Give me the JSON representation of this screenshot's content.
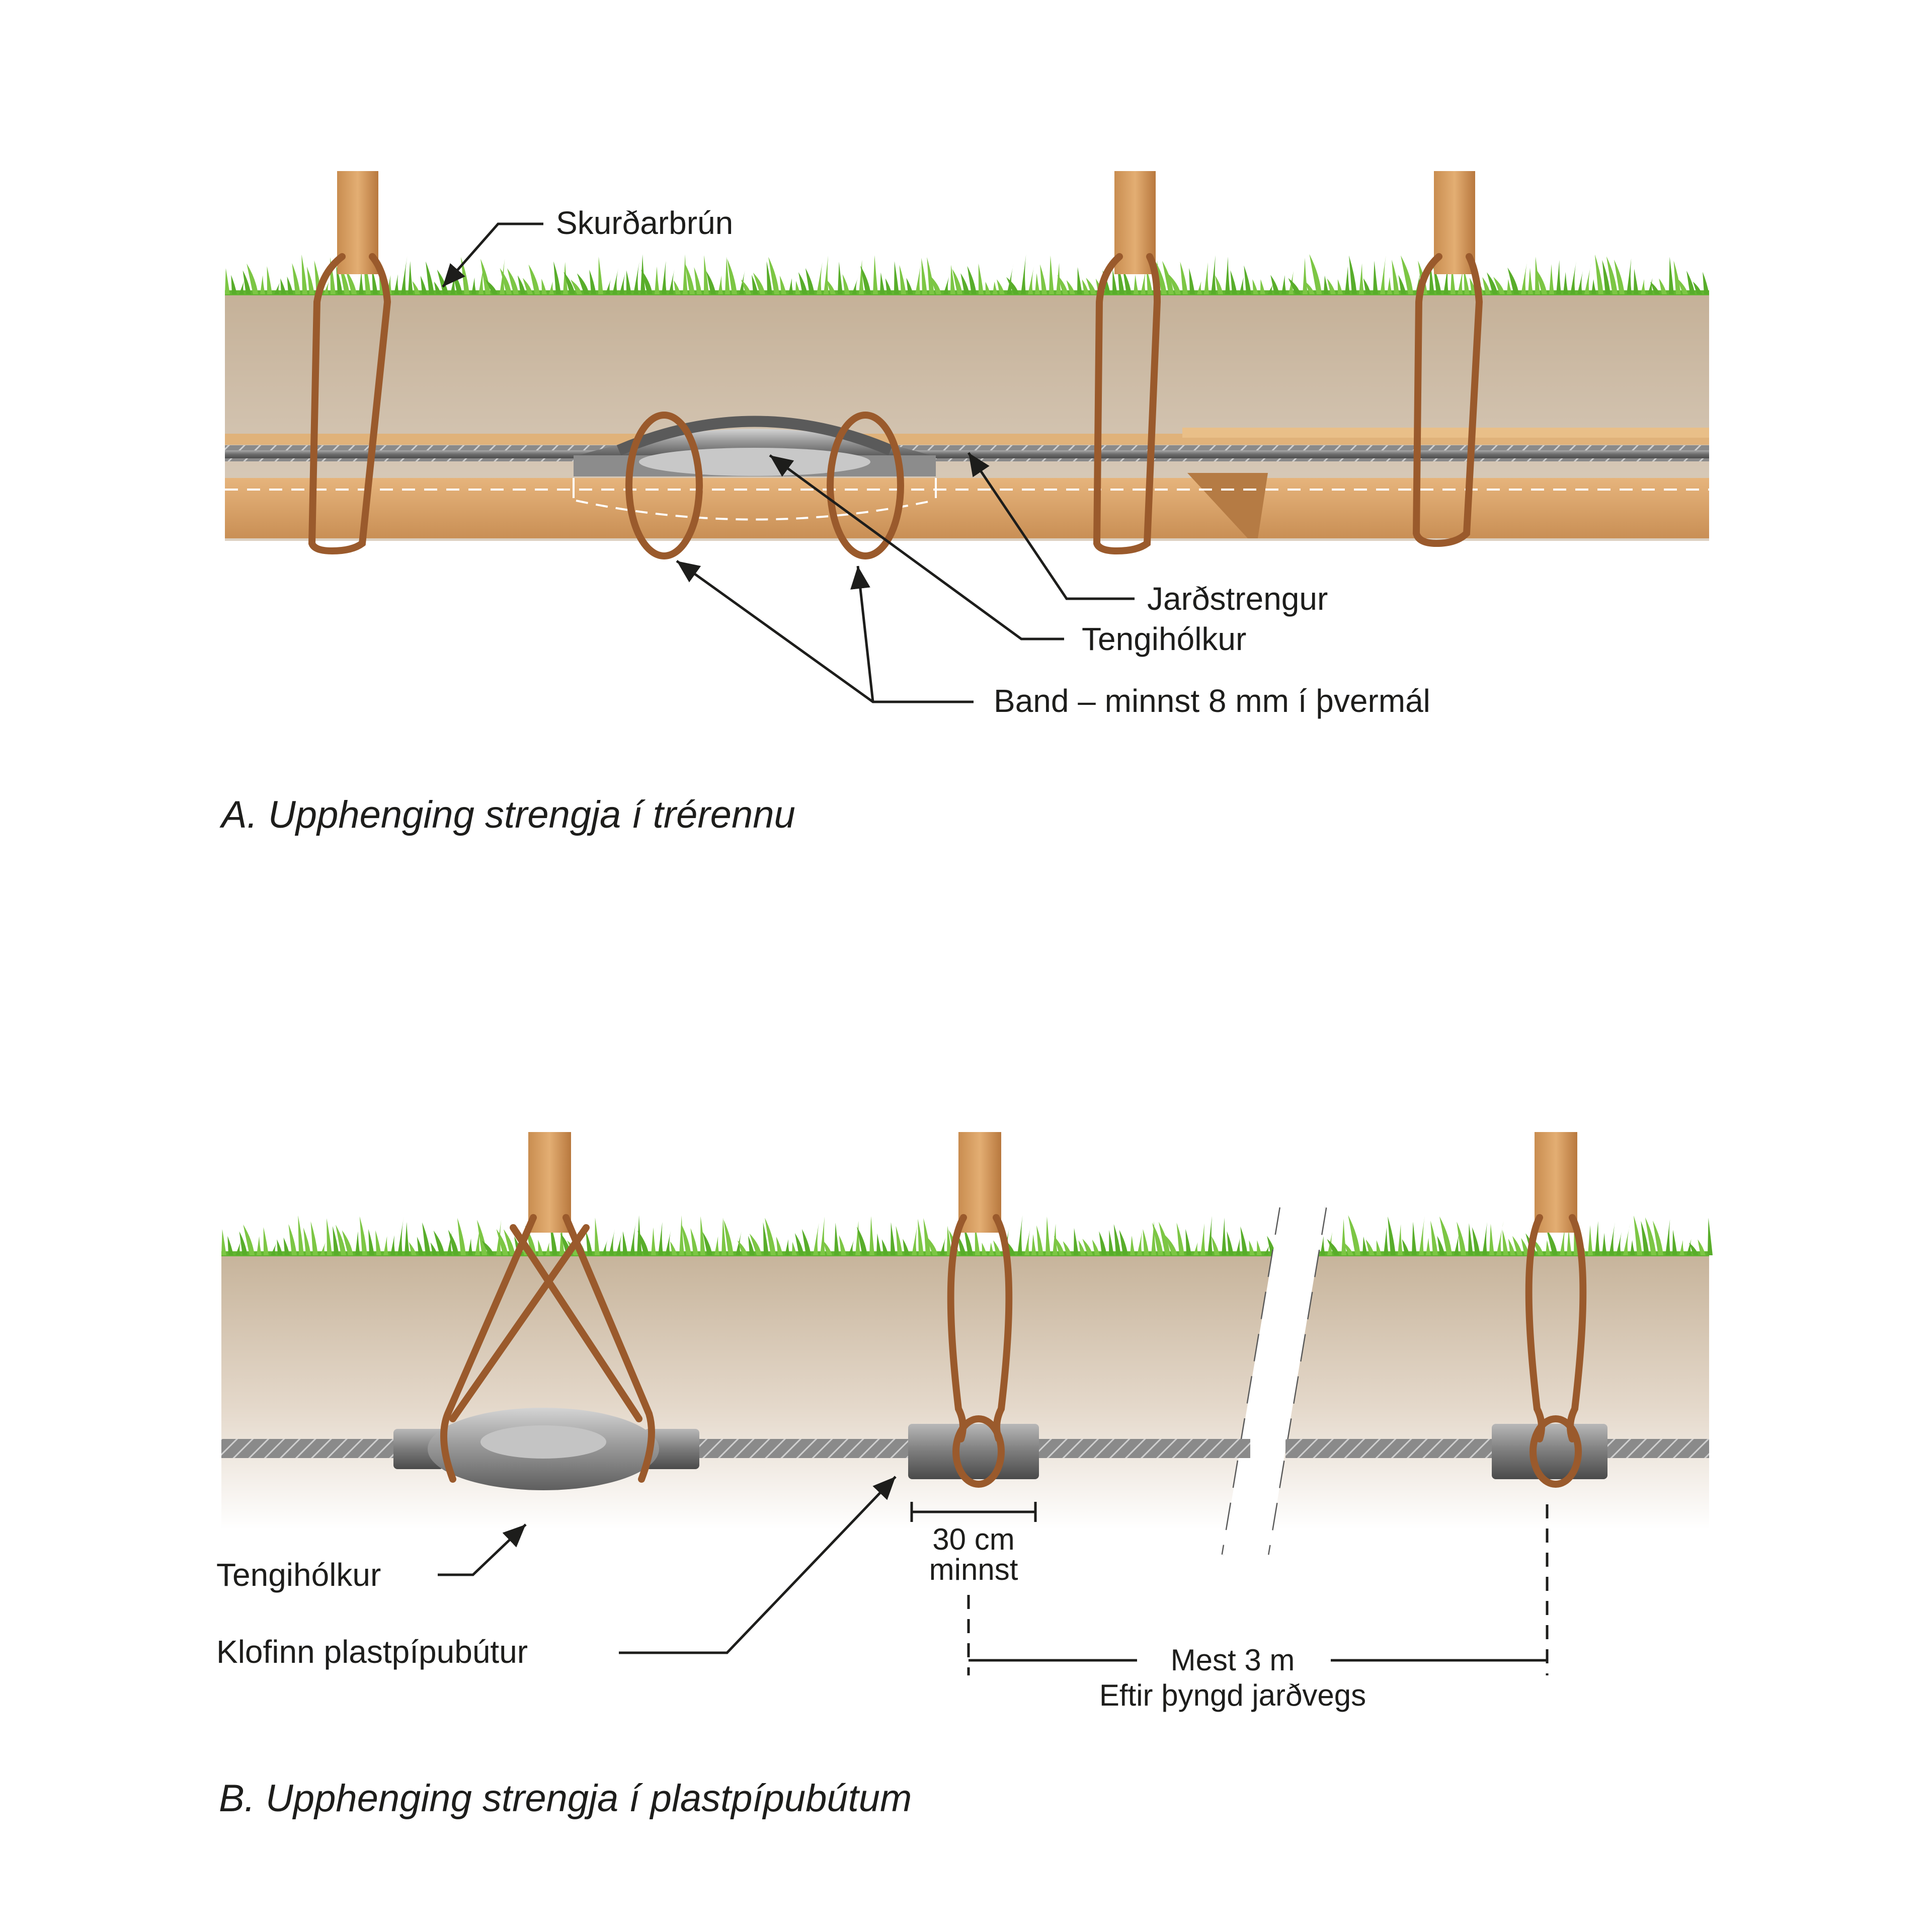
{
  "panel_a": {
    "caption": "A. Upphenging strengja í trérennu",
    "labels": {
      "edge": "Skurðarbrún",
      "cable": "Jarðstrengur",
      "joint": "Tengihólkur",
      "band": "Band – minnst 8 mm í þvermál"
    }
  },
  "panel_b": {
    "caption": "B. Upphenging strengja í plastpípubútum",
    "labels": {
      "joint": "Tengihólkur",
      "pipe": "Klofinn plastpípubútur",
      "width_value": "30 cm",
      "width_note": "minnst",
      "spacing": "Mest 3 m",
      "spacing_note": "Eftir þyngd jarðvegs"
    }
  },
  "colors": {
    "grass": "#62b531",
    "soil_top": "#cbb8a0",
    "wood": "#d6a36a",
    "rope": "#9a5a2c",
    "cable": "#6f6f6f",
    "text": "#1d1d1b"
  }
}
